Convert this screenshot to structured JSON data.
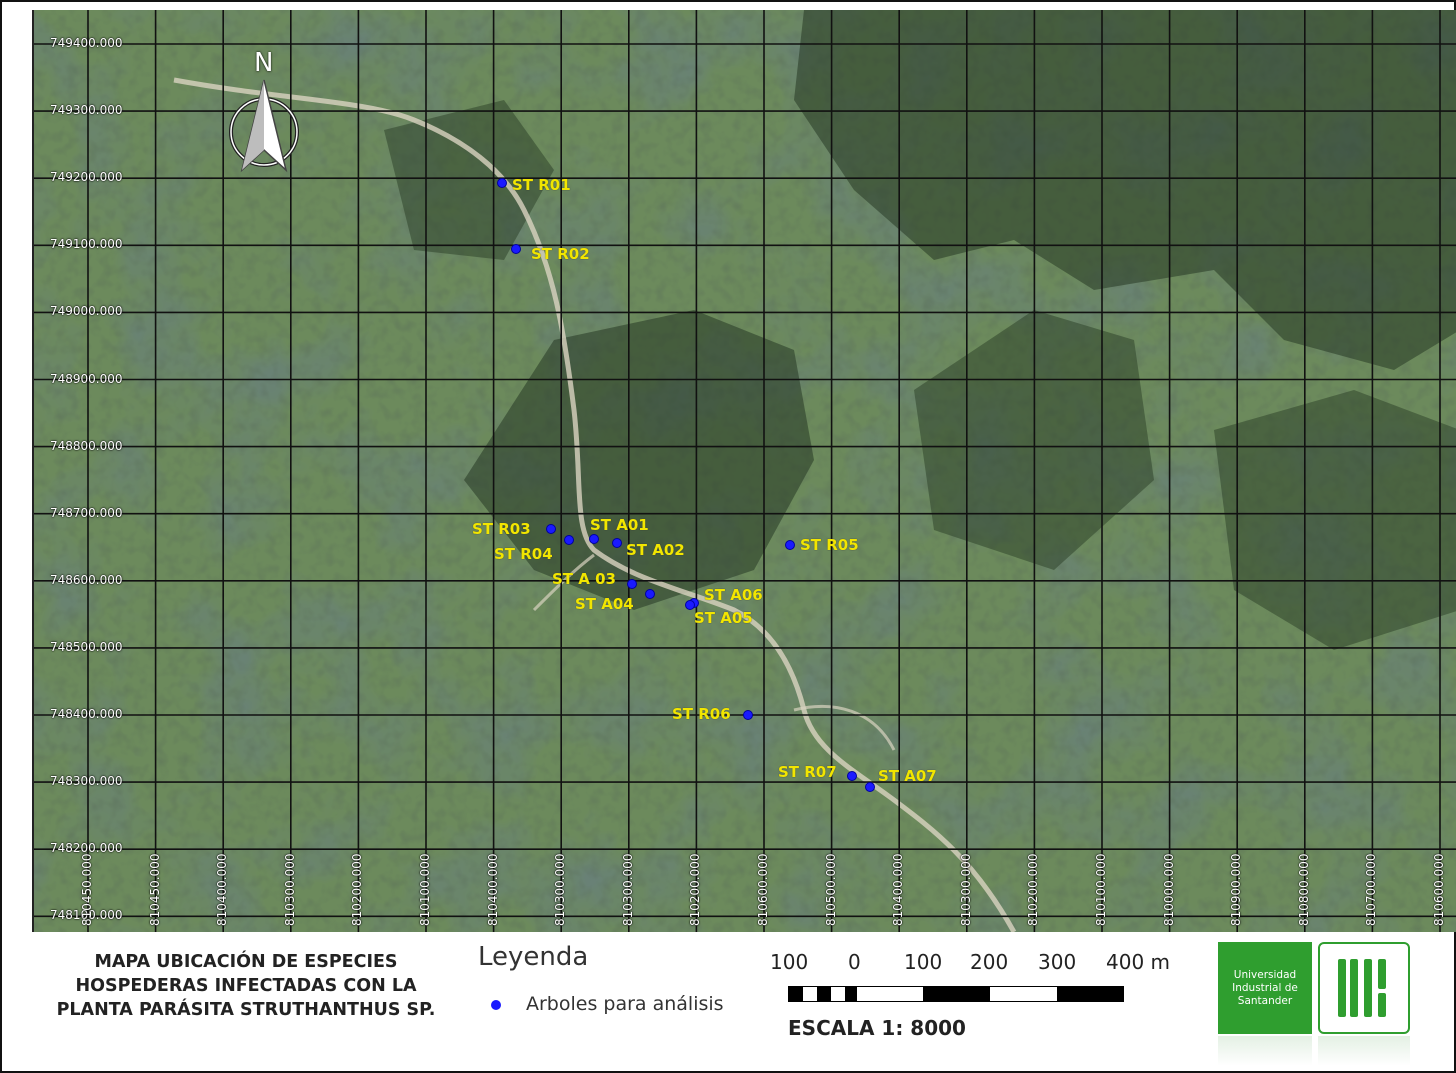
{
  "map": {
    "y_labels": [
      "749400.000",
      "749300.000",
      "749200.000",
      "749100.000",
      "749000.000",
      "748900.000",
      "748800.000",
      "748700.000",
      "748600.000",
      "748500.000",
      "748400.000",
      "748300.000",
      "748200.000",
      "748100.000"
    ],
    "x_labels": [
      "810450.000",
      "810450.000",
      "810400.000",
      "810300.000",
      "810200.000",
      "810100.000",
      "810400.000",
      "810300.000",
      "810300.000",
      "810200.000",
      "810600.000",
      "810500.000",
      "810400.000",
      "810300.000",
      "810200.000",
      "810100.000",
      "810000.000",
      "810900.000",
      "810800.000",
      "810700.000",
      "810600.000"
    ],
    "north_label": "N",
    "points": [
      {
        "label": "ST R01"
      },
      {
        "label": "ST R02"
      },
      {
        "label": "ST R03"
      },
      {
        "label": "ST R04"
      },
      {
        "label": "ST A01"
      },
      {
        "label": "ST A02"
      },
      {
        "label": "ST A 03"
      },
      {
        "label": "ST A04"
      },
      {
        "label": "ST A06"
      },
      {
        "label": "ST A05"
      },
      {
        "label": "ST R05"
      },
      {
        "label": "ST R06"
      },
      {
        "label": "ST R07"
      },
      {
        "label": "ST A07"
      }
    ],
    "colors": {
      "point": "#1a1aff",
      "label": "#f2e600",
      "grid": "#111111"
    }
  },
  "title": "MAPA UBICACIÓN DE ESPECIES HOSPEDERAS INFECTADAS CON LA PLANTA PARÁSITA STRUTHANTHUS SP.",
  "legend": {
    "title": "Leyenda",
    "item": "Arboles para análisis"
  },
  "scale": {
    "numbers": [
      "100",
      "0",
      "100",
      "200",
      "300",
      "400 m"
    ],
    "text": "ESCALA 1: 8000"
  },
  "logo": {
    "line1": "Universidad",
    "line2": "Industrial de",
    "line3": "Santander",
    "color": "#2f9e2f"
  }
}
